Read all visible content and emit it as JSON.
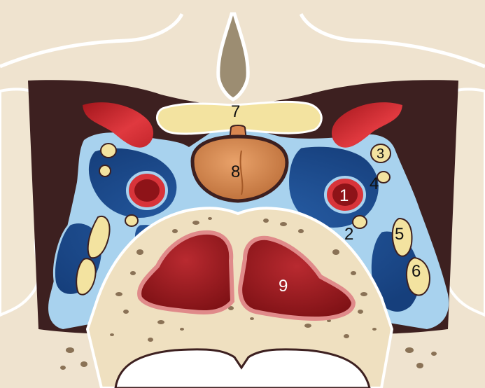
{
  "labels": {
    "n1": "1",
    "n2": "2",
    "n3": "3",
    "n4": "4",
    "n5": "5",
    "n6": "6",
    "n7": "7",
    "n8": "8",
    "n9": "9"
  },
  "palette": {
    "brain": "#efe3cf",
    "brain_outline": "#ffffff",
    "dura": "#3d2020",
    "cavernous_sinus": "#2f6db5",
    "venous_spaces": "#1f5aa3",
    "sinus_lining": "#a8d2ee",
    "carotid_outer": "#d8343a",
    "carotid_inner": "#8e1318",
    "nerves": "#f3e3a0",
    "pituitary": "#d98650",
    "bone": "#efe0c0",
    "bone_pores": "#8a7256",
    "sphenoid_sinus": "#a52026",
    "sphenoid_lining": "#e08a8a",
    "third_ventricle": "#9c8d72"
  }
}
